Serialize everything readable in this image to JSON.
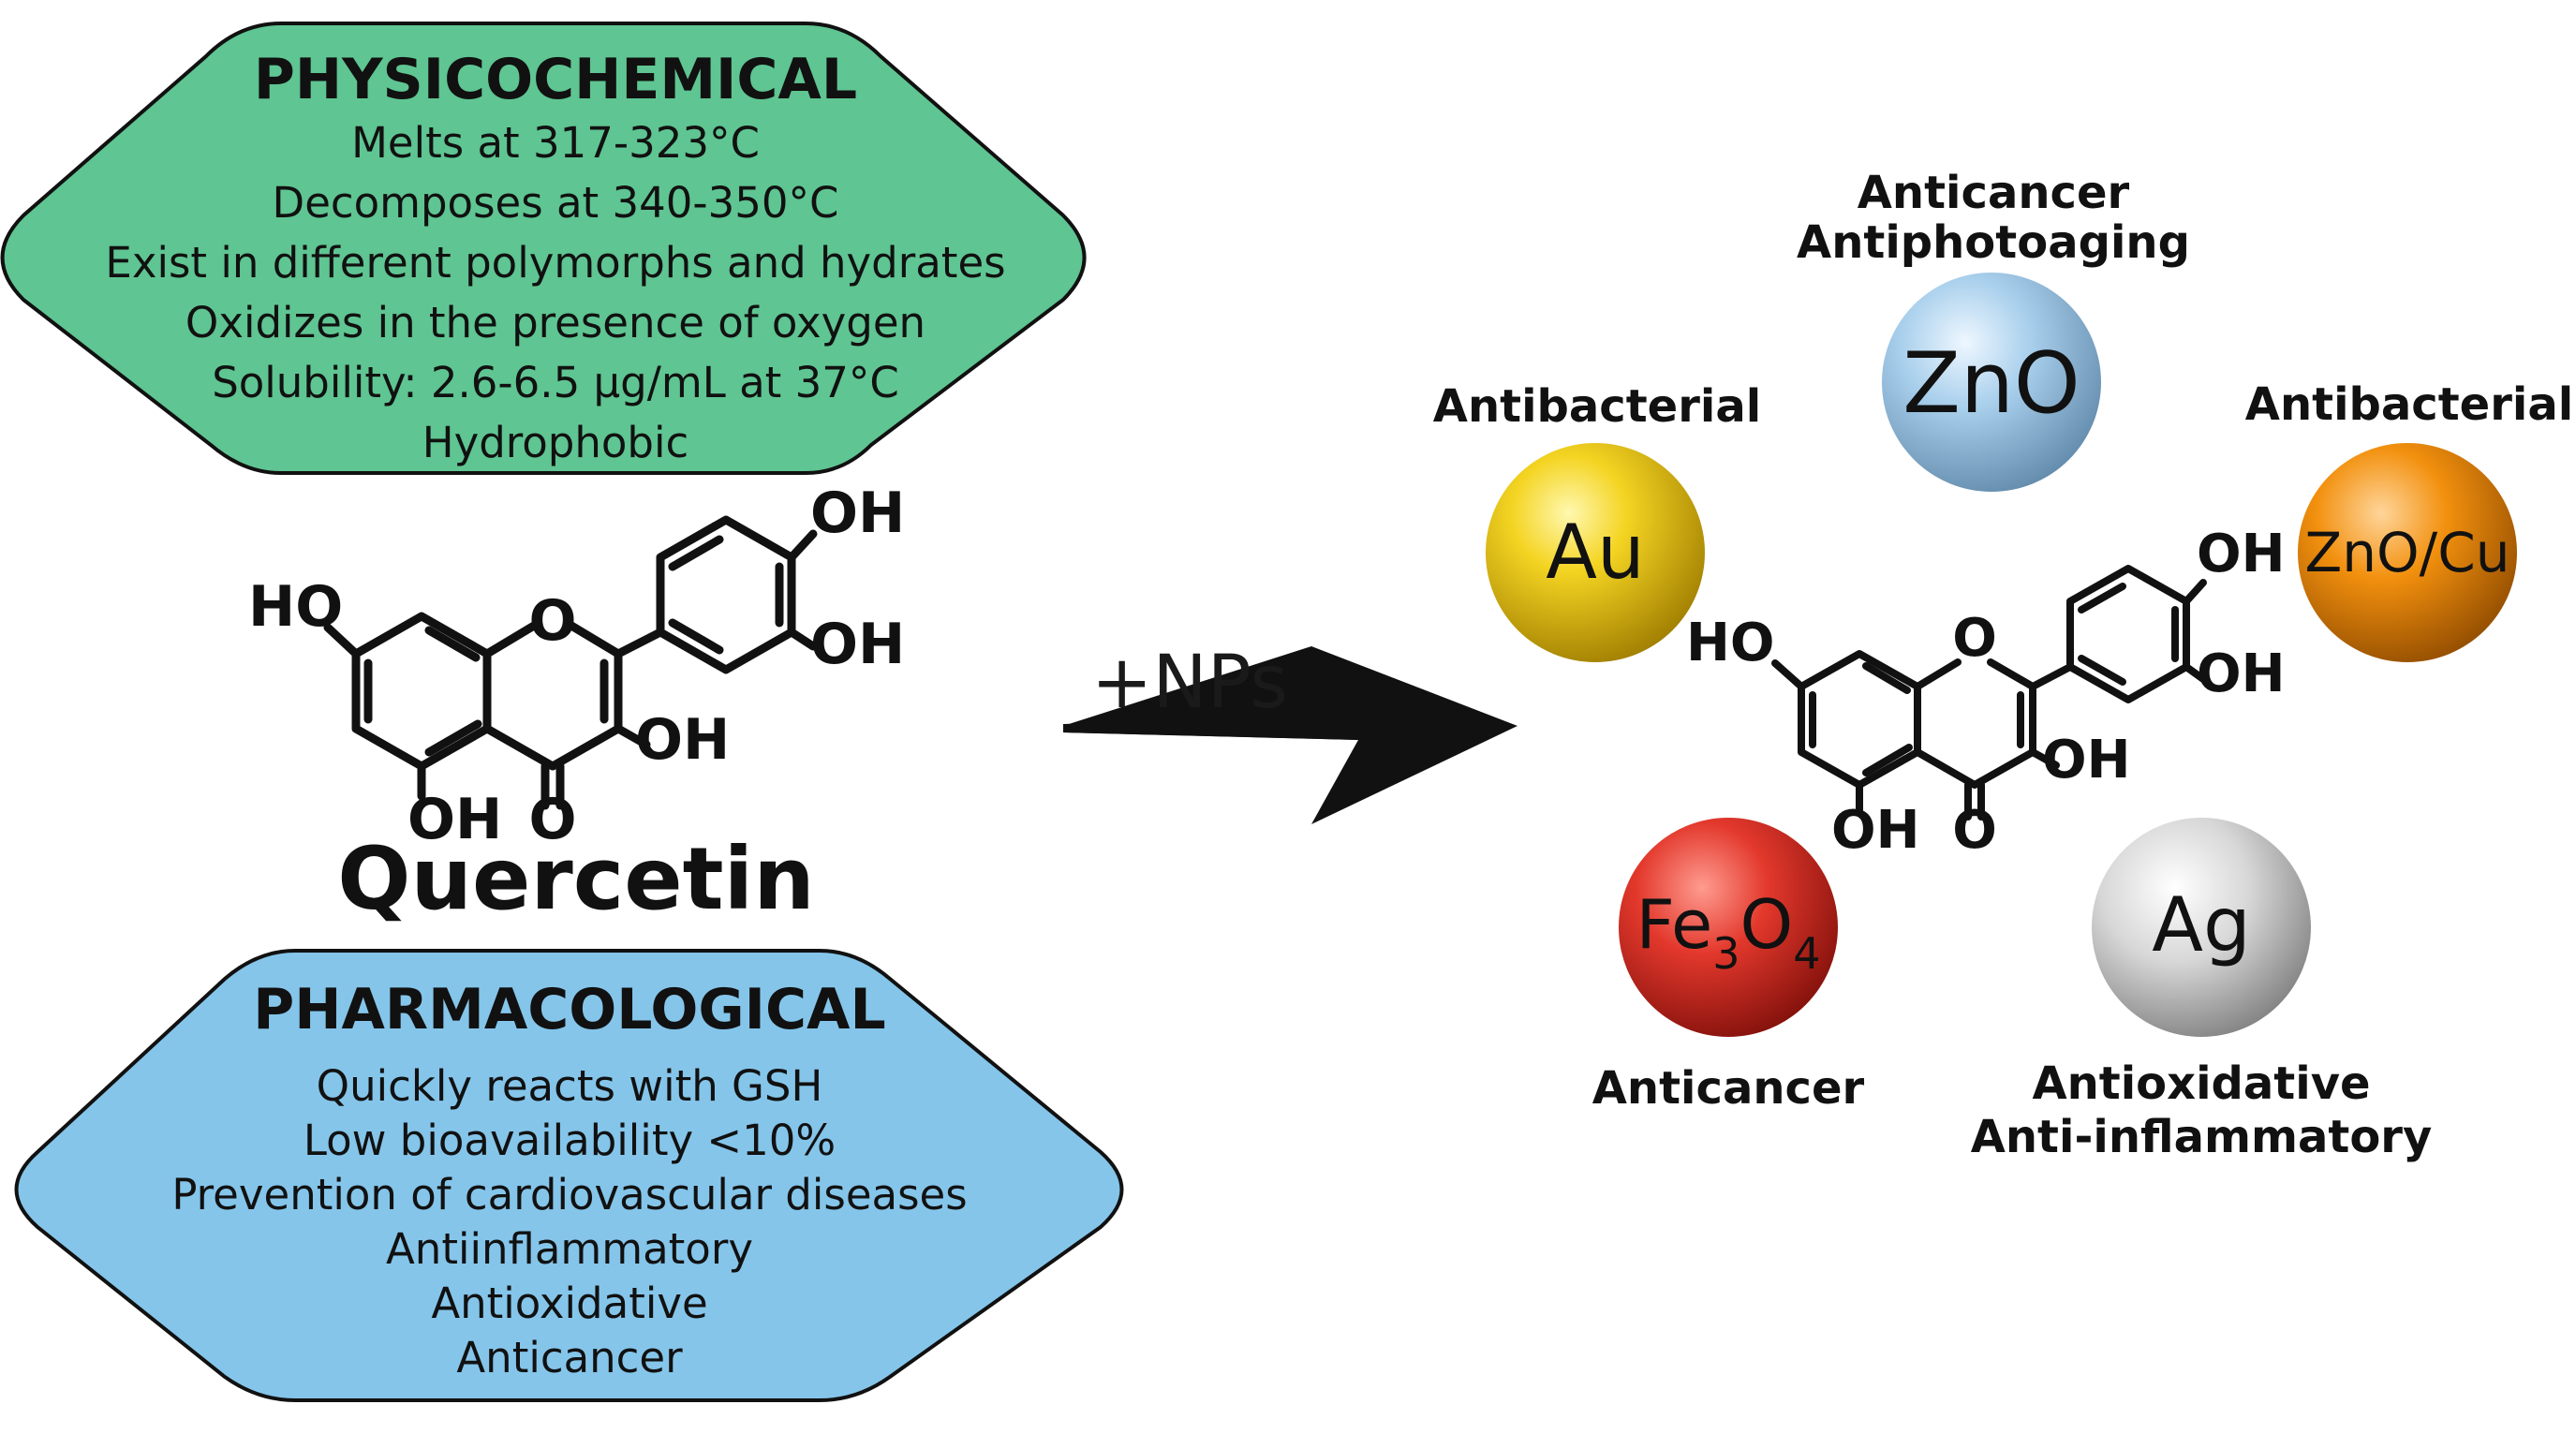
{
  "physicochemical": {
    "title": "PHYSICOCHEMICAL",
    "lines": [
      "Melts at 317-323°C",
      "Decomposes at 340-350°C",
      "Exist in different polymorphs and hydrates",
      "Oxidizes in the presence of oxygen",
      "Solubility: 2.6-6.5 μg/mL at 37°C",
      "Hydrophobic"
    ],
    "color": "#5fc592"
  },
  "pharmacological": {
    "title": "PHARMACOLOGICAL",
    "lines": [
      "Quickly reacts with GSH",
      "Low bioavailability <10%",
      "Prevention of cardiovascular diseases",
      "Antiinflammatory",
      "Antioxidative",
      "Anticancer"
    ],
    "color": "#85c5ea"
  },
  "molecule": {
    "name": "Quercetin",
    "atoms": {
      "oh": "OH",
      "ho": "HO",
      "o": "O"
    }
  },
  "arrow": {
    "label": "+NPs"
  },
  "nanoparticles": [
    {
      "name": "Au",
      "labels": [
        "Antibacterial"
      ],
      "color": "#f2d21a"
    },
    {
      "name": "ZnO",
      "labels": [
        "Anticancer",
        "Antiphotoaging"
      ],
      "color": "#a9d0ec"
    },
    {
      "name": "ZnO/Cu",
      "labels": [
        "Antibacterial"
      ],
      "color": "#f0900e"
    },
    {
      "name": "Fe",
      "sub1": "3",
      "name2": "O",
      "sub2": "4",
      "labels": [
        "Anticancer"
      ],
      "color": "#e43a30"
    },
    {
      "name": "Ag",
      "labels": [
        "Antioxidative",
        "Anti-inflammatory"
      ],
      "color": "#d9d9d9"
    }
  ]
}
